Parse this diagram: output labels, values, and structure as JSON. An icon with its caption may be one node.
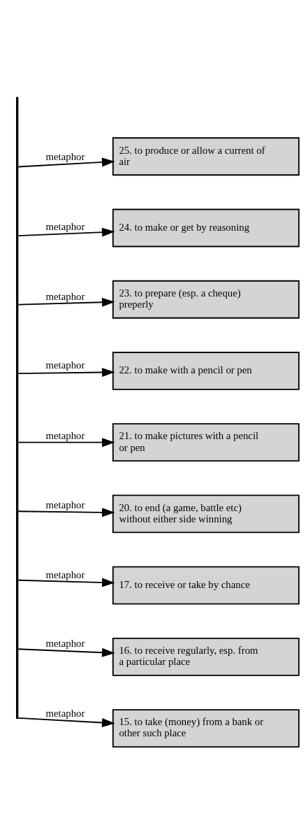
{
  "diagram": {
    "nodes": [
      {
        "text": [],
        "shape": "bar"
      },
      {
        "text": [
          "15. to take (money) from a bank or other such place"
        ]
      },
      {
        "text": [
          "16. to receive regularly, esp. from a particular place"
        ]
      },
      {
        "text": [
          "17. to receive or take by chance"
        ]
      },
      {
        "text": [
          "20. to end (a game, battle etc) without either side winning"
        ]
      },
      {
        "text": [
          "21. to make pictures with a pencil or pen"
        ]
      },
      {
        "text": [
          "22. to make with a pencil or pen"
        ]
      },
      {
        "text": [
          "23. to prepare (esp. a cheque) preperly"
        ]
      },
      {
        "text": [
          "24. to make or get by reasoning"
        ]
      },
      {
        "text": [
          "25. to produce or allow a current of air"
        ]
      }
    ],
    "edges": [
      {
        "from": 0,
        "to": 1,
        "arrow": "to",
        "label": "metaphor"
      },
      {
        "from": 0,
        "to": 2,
        "arrow": "to",
        "label": "metaphor"
      },
      {
        "from": 0,
        "to": 3,
        "arrow": "to",
        "label": "metaphor"
      },
      {
        "from": 0,
        "to": 4,
        "arrow": "to",
        "label": "metaphor"
      },
      {
        "from": 0,
        "to": 5,
        "arrow": "to",
        "label": "metaphor"
      },
      {
        "from": 0,
        "to": 6,
        "arrow": "to",
        "label": "metaphor"
      },
      {
        "from": 0,
        "to": 7,
        "arrow": "to",
        "label": "metaphor"
      },
      {
        "from": 0,
        "to": 8,
        "arrow": "to",
        "label": "metaphor"
      },
      {
        "from": 0,
        "to": 9,
        "arrow": "to",
        "label": "metaphor"
      }
    ]
  }
}
